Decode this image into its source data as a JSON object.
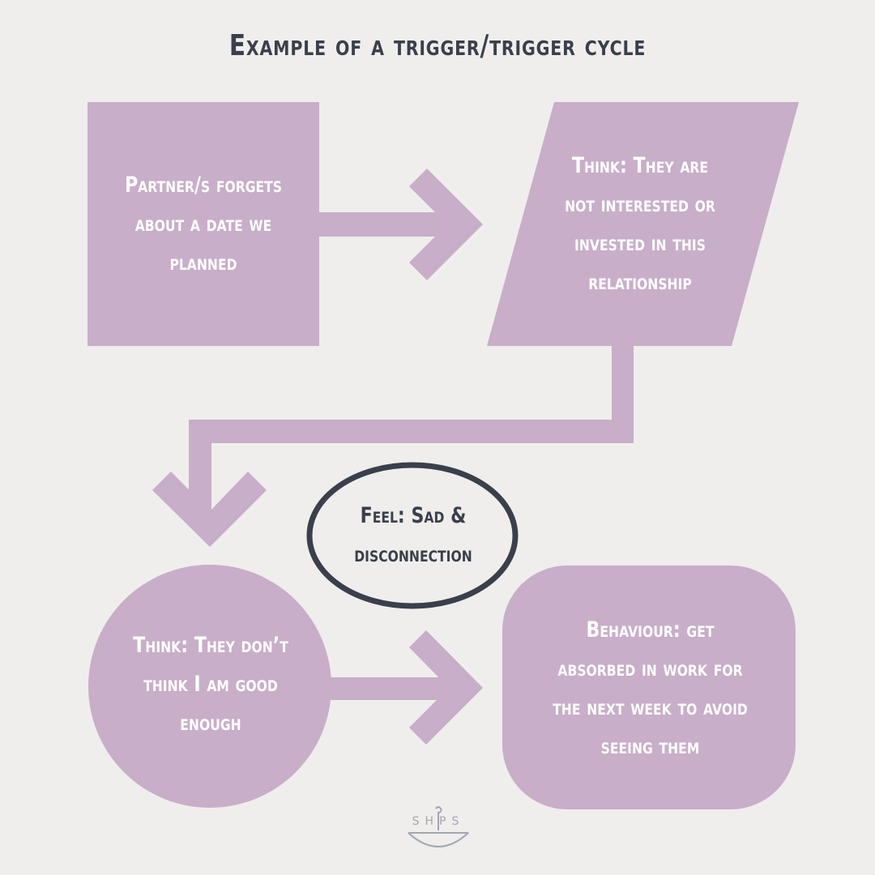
{
  "title": "Example of a trigger/trigger cycle",
  "colors": {
    "background": "#efeeec",
    "shape_fill": "#c8aec8",
    "dark": "#3a3f4b",
    "logo": "#a3a6b0"
  },
  "nodes": {
    "trigger": {
      "shape": "rectangle",
      "text": "Partner/s forgets about a date we planned"
    },
    "think1": {
      "shape": "parallelogram",
      "text": "Think: They are not interested or invested in this relationship"
    },
    "feel": {
      "shape": "ellipse-outline",
      "text": "Feel: Sad & disconnection"
    },
    "think2": {
      "shape": "circle",
      "text": "Think: They don’t think I am good enough"
    },
    "behaviour": {
      "shape": "rounded-rectangle",
      "text": "Behaviour: get absorbed in work for the next week to avoid seeing them"
    }
  },
  "edges": [
    {
      "from": "trigger",
      "to": "think1",
      "direction": "right"
    },
    {
      "from": "think1",
      "to": "think2",
      "direction": "down-left-down"
    },
    {
      "from": "think2",
      "to": "behaviour",
      "direction": "right"
    }
  ],
  "logo": {
    "text": "SHPS",
    "icon": "ship-anchor-logo-icon"
  }
}
